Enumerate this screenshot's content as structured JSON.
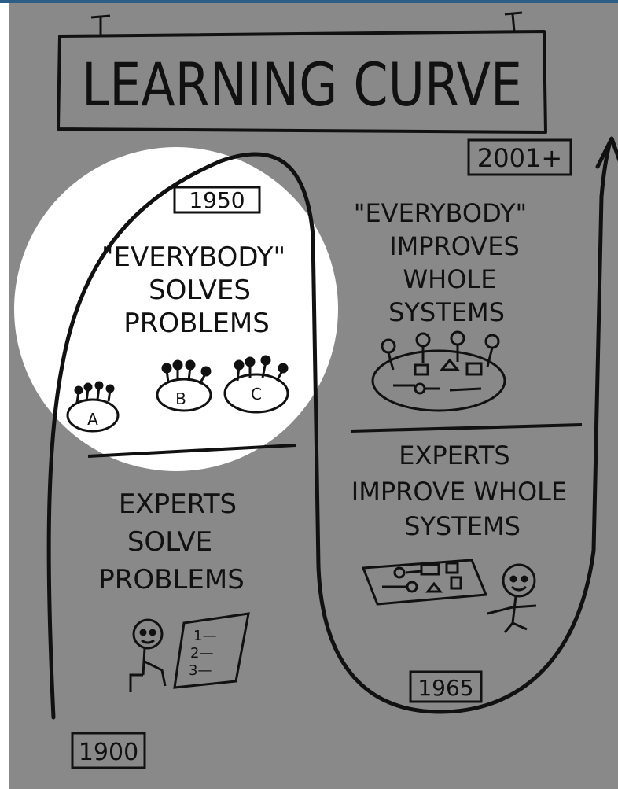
{
  "title": "LEARNING CURVE",
  "years": {
    "y1900": "1900",
    "y1950": "1950",
    "y1965": "1965",
    "y2001": "2001+"
  },
  "quadrants": {
    "everybody_solves": [
      "\"EVERYBODY\"",
      "SOLVES",
      "PROBLEMS"
    ],
    "everybody_improves": [
      "\"EVERYBODY\"",
      "IMPROVES",
      "WHOLE",
      "SYSTEMS"
    ],
    "experts_solve": [
      "EXPERTS",
      "SOLVE",
      "PROBLEMS"
    ],
    "experts_improve": [
      "EXPERTS",
      "IMPROVE WHOLE",
      "SYSTEMS"
    ]
  },
  "group_labels": [
    "A",
    "B",
    "C"
  ],
  "list_items": [
    "1—",
    "2—",
    "3—"
  ],
  "colors": {
    "background": "#898989",
    "spotlight": "#ffffff",
    "ink": "#111111",
    "topbar": "#2b5f86"
  }
}
